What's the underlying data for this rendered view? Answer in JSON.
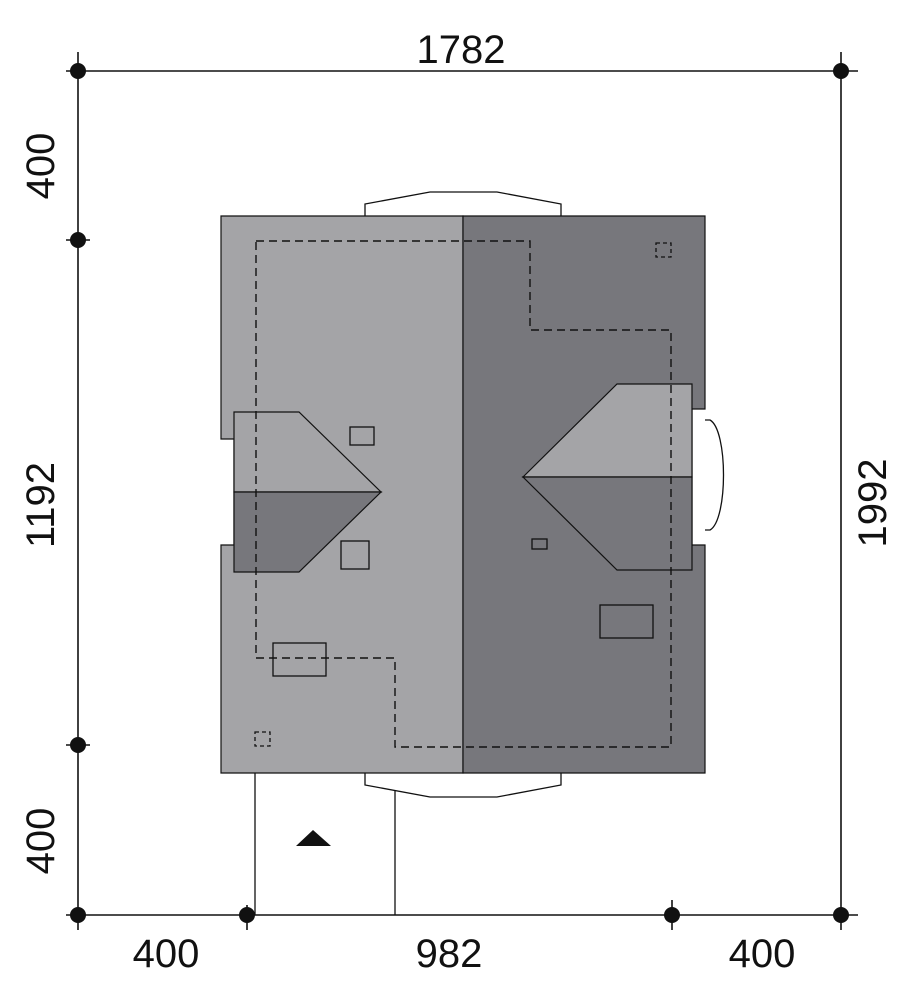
{
  "dimensions": {
    "top_total": "1782",
    "left_top": "400",
    "left_middle": "1192",
    "left_bottom": "400",
    "right_total": "1992",
    "bottom_left": "400",
    "bottom_middle": "982",
    "bottom_right": "400"
  },
  "colors": {
    "roof_light": "#a4a4a7",
    "roof_dark": "#77777c",
    "line": "#111111",
    "background": "#ffffff"
  },
  "icons": {
    "entrance_marker": "triangle-up-icon",
    "dimension_node": "filled-circle-icon"
  }
}
